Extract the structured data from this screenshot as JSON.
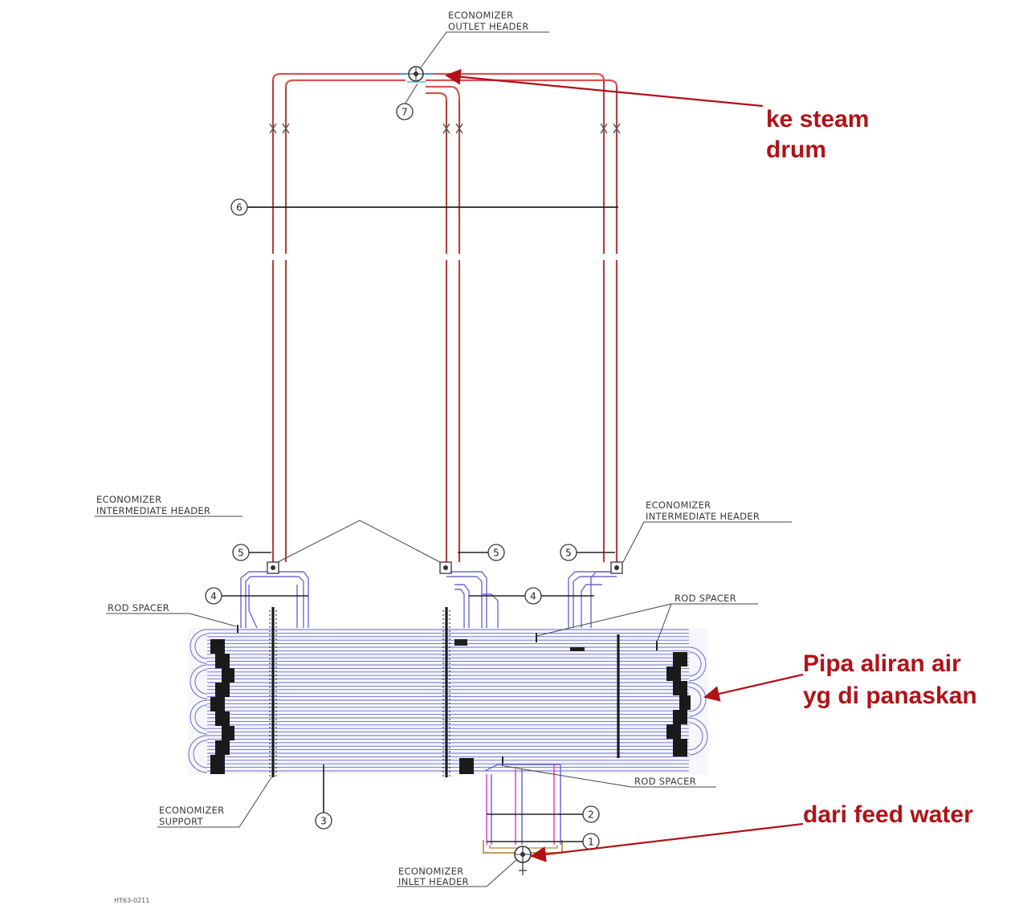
{
  "labels": {
    "outlet_header_line1": "ECONOMIZER",
    "outlet_header_line2": "OUTLET HEADER",
    "inter_header_left_line1": "ECONOMIZER",
    "inter_header_left_line2": "INTERMEDIATE HEADER",
    "inter_header_right_line1": "ECONOMIZER",
    "inter_header_right_line2": "INTERMEDIATE HEADER",
    "rod_spacer_left": "ROD SPACER",
    "rod_spacer_right": "ROD SPACER",
    "rod_spacer_bottom": "ROD SPACER",
    "support_line1": "ECONOMIZER",
    "support_line2": "SUPPORT",
    "inlet_header_line1": "ECONOMIZER",
    "inlet_header_line2": "INLET HEADER",
    "drawing_code": "HT63-0211"
  },
  "bubbles": {
    "b7": "7",
    "b6": "6",
    "b5a": "5",
    "b5b": "5",
    "b5c": "5",
    "b4a": "4",
    "b4b": "4",
    "b3": "3",
    "b2": "2",
    "b1": "1"
  },
  "annotations": {
    "steam_drum_line1": "ke steam",
    "steam_drum_line2": "drum",
    "pipe_flow_line1": "Pipa aliran air",
    "pipe_flow_line2": "yg di panaskan",
    "feed_water": "dari feed water"
  },
  "colors": {
    "annotation_red": "#b01218",
    "hot_pipe": "#d9534f",
    "tube_blue": "#6a6ad0",
    "inlet_magenta": "#e040d0"
  }
}
